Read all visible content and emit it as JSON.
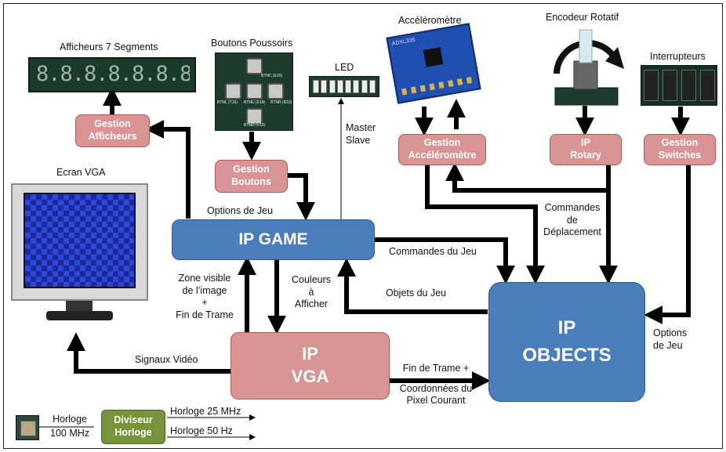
{
  "titles": {
    "afficheurs": "Afficheurs 7 Segments",
    "boutons": "Boutons Poussoirs",
    "led": "LED",
    "accelerometre": "Accéléromètre",
    "encodeur": "Encodeur Rotatif",
    "interrupteurs": "Interrupteurs",
    "ecran": "Ecran VGA"
  },
  "blocks": {
    "gestion_afficheurs": [
      "Gestion",
      "Afficheurs"
    ],
    "gestion_boutons": [
      "Gestion",
      "Boutons"
    ],
    "gestion_accelerometre": [
      "Gestion",
      "Accéléromètre"
    ],
    "ip_rotary": [
      "IP",
      "Rotary"
    ],
    "gestion_switches": [
      "Gestion",
      "Switches"
    ],
    "ip_game": "IP GAME",
    "ip_vga": [
      "IP",
      "VGA"
    ],
    "ip_objects": [
      "IP",
      "OBJECTS"
    ],
    "diviseur_horloge": [
      "Diviseur",
      "Horloge"
    ]
  },
  "labels": {
    "options_de_jeu_top": "Options de Jeu",
    "master_slave": [
      "Master",
      "Slave"
    ],
    "commandes_deplacement": [
      "Commandes",
      "de",
      "Déplacement"
    ],
    "commandes_du_jeu": "Commandes du Jeu",
    "objets_du_jeu": "Objets du Jeu",
    "zone_visible": [
      "Zone visible",
      "de l’image",
      "+",
      "Fin de Trame"
    ],
    "couleurs_a_afficher": [
      "Couleurs",
      "à",
      "Afficher"
    ],
    "options_de_jeu_right": [
      "Options",
      "de Jeu"
    ],
    "signaux_video": "Signaux Vidéo",
    "fin_de_trame": [
      "Fin de Trame +",
      "Coordonnées du",
      "Pixel Courant"
    ],
    "horloge_100": [
      "Horloge",
      "100 MHz"
    ],
    "horloge_25": "Horloge 25 MHz",
    "horloge_50": "Horloge 50 Hz"
  },
  "devices": {
    "seven_seg_text": "8.8.8.8.8.8.8.8.",
    "btn_labels": [
      "BTNC (E16)",
      "BTNL (T16)",
      "BTNU (E18)",
      "BTNR (R10)",
      "BTND (V10)"
    ],
    "accel_label": "ADXL335"
  },
  "colors": {
    "pink": "#d99594",
    "blue": "#4a7ebb",
    "green": "#77933c",
    "arrow": "#000000"
  }
}
